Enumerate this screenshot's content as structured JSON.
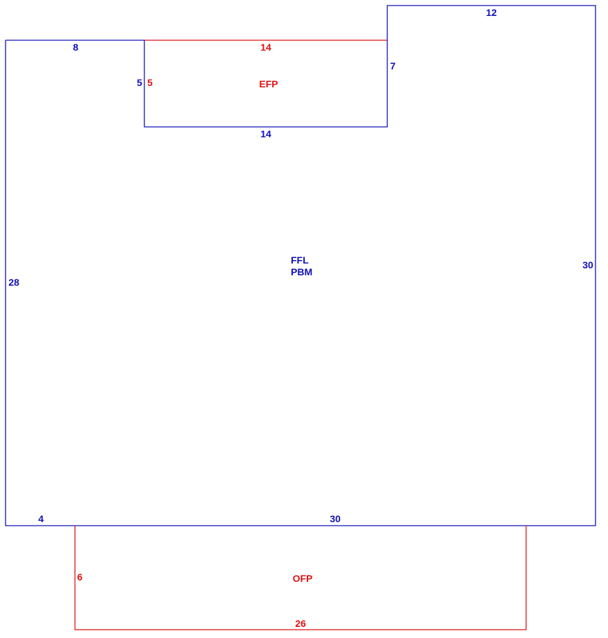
{
  "colors": {
    "primary": "#1010b8",
    "secondary": "#dd1111"
  },
  "areas": {
    "main": {
      "labels": [
        "FFL",
        "PBM"
      ]
    },
    "efp": {
      "label": "EFP"
    },
    "ofp": {
      "label": "OFP"
    }
  },
  "dimensions": {
    "main_top_left": "8",
    "main_top_right": "12",
    "main_left": "28",
    "main_right": "30",
    "main_bottom": "30",
    "main_bottom_left": "4",
    "notch_left": "5",
    "notch_right": "7",
    "notch_bottom": "14",
    "efp_top": "14",
    "efp_left": "5",
    "ofp_left": "6",
    "ofp_bottom": "26"
  }
}
